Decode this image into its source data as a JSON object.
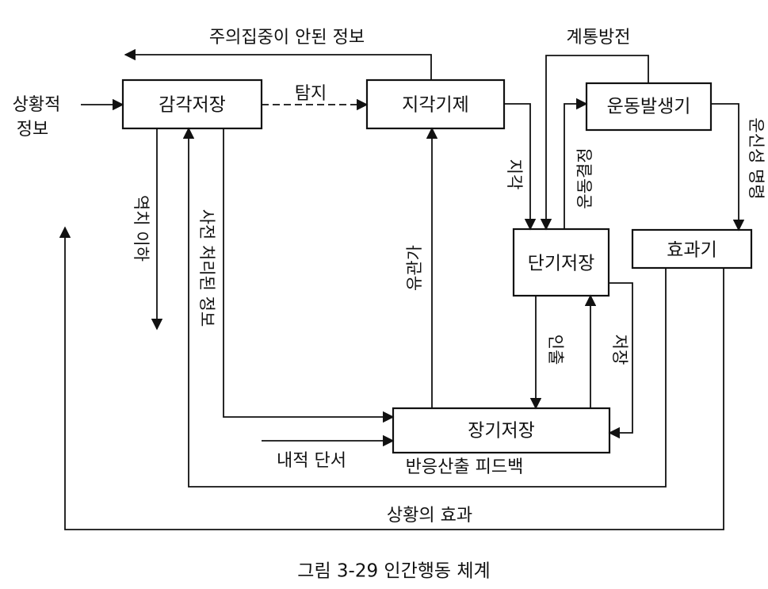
{
  "boxes": {
    "sensory_storage": "감각저장",
    "perception": "지각기제",
    "motor_generator": "운동발생기",
    "short_term_storage": "단기저장",
    "effector": "효과기",
    "long_term_storage": "장기저장"
  },
  "labels": {
    "unattended_info": "주의집중이 안된 정보",
    "system_defense": "계통방전",
    "situation_info_line1": "상황적",
    "situation_info_line2": "정보",
    "detection": "탐지",
    "perception_flow": "지각",
    "motor_decision": "운동결정",
    "motor_command": "운신성 명령",
    "recognition": "역치 이하",
    "preprocessed_info": "사전 처리된 정보",
    "relevance": "유관가",
    "retrieval": "인출",
    "storage": "저장",
    "internal_cue": "내적 단서",
    "response_feedback": "반응산출 피드백",
    "situation_effect": "상황의 효과"
  },
  "caption": "그림 3-29 인간행동 체계"
}
